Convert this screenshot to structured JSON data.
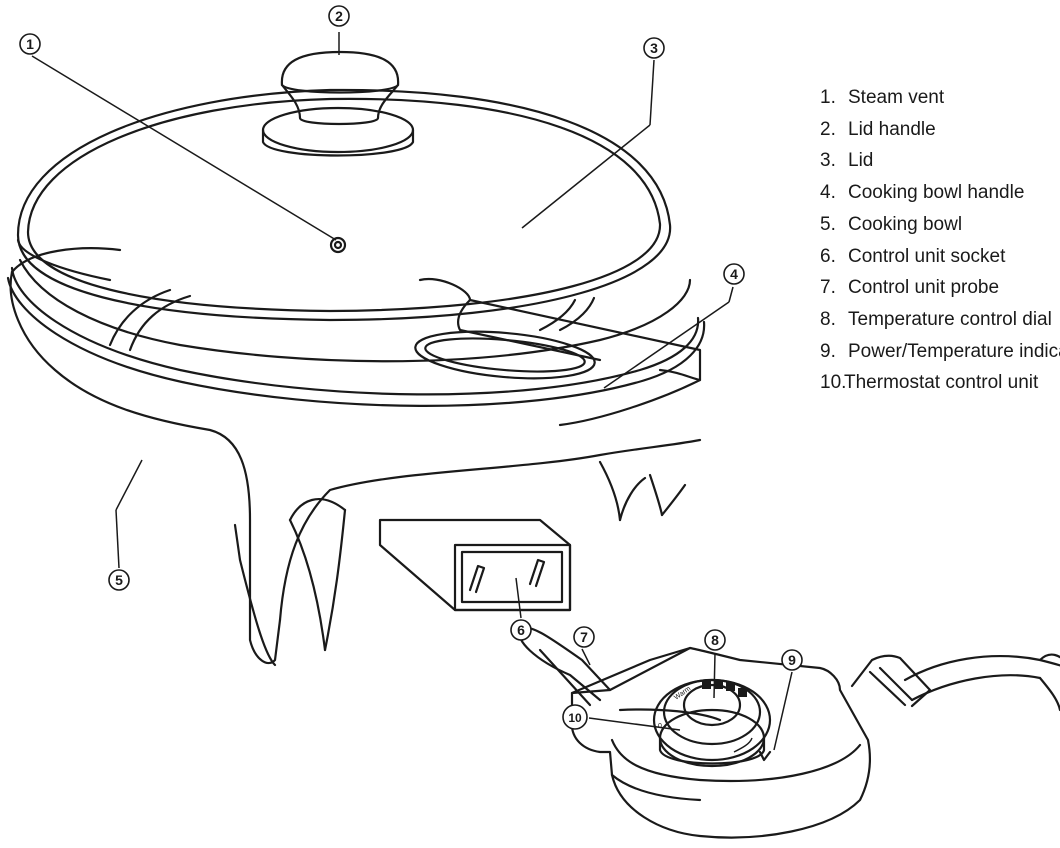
{
  "callouts": [
    {
      "number": "1"
    },
    {
      "number": "2"
    },
    {
      "number": "3"
    },
    {
      "number": "4"
    },
    {
      "number": "5"
    },
    {
      "number": "6"
    },
    {
      "number": "7"
    },
    {
      "number": "8"
    },
    {
      "number": "9"
    },
    {
      "number": "10"
    }
  ],
  "legend": [
    {
      "number": "1.",
      "label": "Steam vent"
    },
    {
      "number": "2.",
      "label": "Lid handle"
    },
    {
      "number": "3.",
      "label": "Lid"
    },
    {
      "number": "4.",
      "label": "Cooking bowl handle"
    },
    {
      "number": "5.",
      "label": "Cooking bowl"
    },
    {
      "number": "6.",
      "label": "Control unit socket"
    },
    {
      "number": "7.",
      "label": "Control unit probe"
    },
    {
      "number": "8.",
      "label": "Temperature control dial"
    },
    {
      "number": "9.",
      "label": "Power/Temperature indicator light"
    },
    {
      "number": "10.",
      "label": "Thermostat control unit"
    }
  ],
  "dial": {
    "off_mark": "0",
    "brand_text": "Warm"
  },
  "colors": {
    "ink": "#1a1a1a",
    "paper": "#ffffff"
  }
}
